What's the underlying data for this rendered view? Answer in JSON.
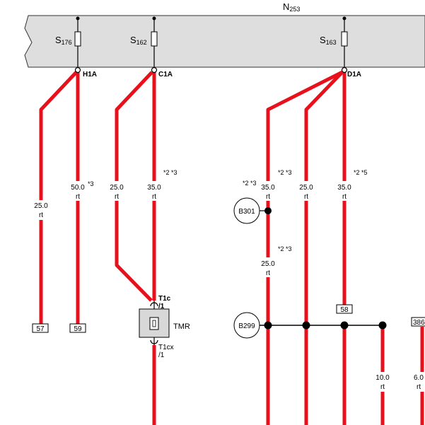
{
  "diagram": {
    "bus_label": "N",
    "bus_label_sub": "253",
    "fuses": [
      {
        "label": "S",
        "sub": "176"
      },
      {
        "label": "S",
        "sub": "162"
      },
      {
        "label": "S",
        "sub": "163"
      }
    ],
    "junctions": [
      "H1A",
      "C1A",
      "D1A"
    ],
    "wires": [
      {
        "size": "25.0",
        "color": "rt",
        "notes": ""
      },
      {
        "size": "50.0",
        "color": "rt",
        "notes": "*3"
      },
      {
        "size": "25.0",
        "color": "rt",
        "notes": ""
      },
      {
        "size": "35.0",
        "color": "rt",
        "notes": "*2 *3"
      },
      {
        "size": "35.0",
        "color": "rt",
        "notes": "*2 *3"
      },
      {
        "size": "25.0",
        "color": "rt",
        "notes": ""
      },
      {
        "size": "35.0",
        "color": "rt",
        "notes": "*2 *5"
      },
      {
        "size": "25.0",
        "color": "rt",
        "notes": "*2 *3"
      },
      {
        "size": "10.0",
        "color": "rt",
        "notes": ""
      },
      {
        "size": "6.0",
        "color": "rt",
        "notes": ""
      }
    ],
    "left_notes": "*2 *3",
    "terminals": [
      "57",
      "59",
      "58",
      "386"
    ],
    "component": {
      "name": "TMR",
      "pin_top_a": "T1c",
      "pin_top_b": "/1",
      "pin_bottom_a": "T1cx",
      "pin_bottom_b": "/1"
    },
    "ground_points": [
      "B301",
      "B299"
    ],
    "colors": {
      "wire": "#e8101a",
      "bus_fill": "#dedede",
      "component_fill": "#d8d8d8"
    }
  }
}
